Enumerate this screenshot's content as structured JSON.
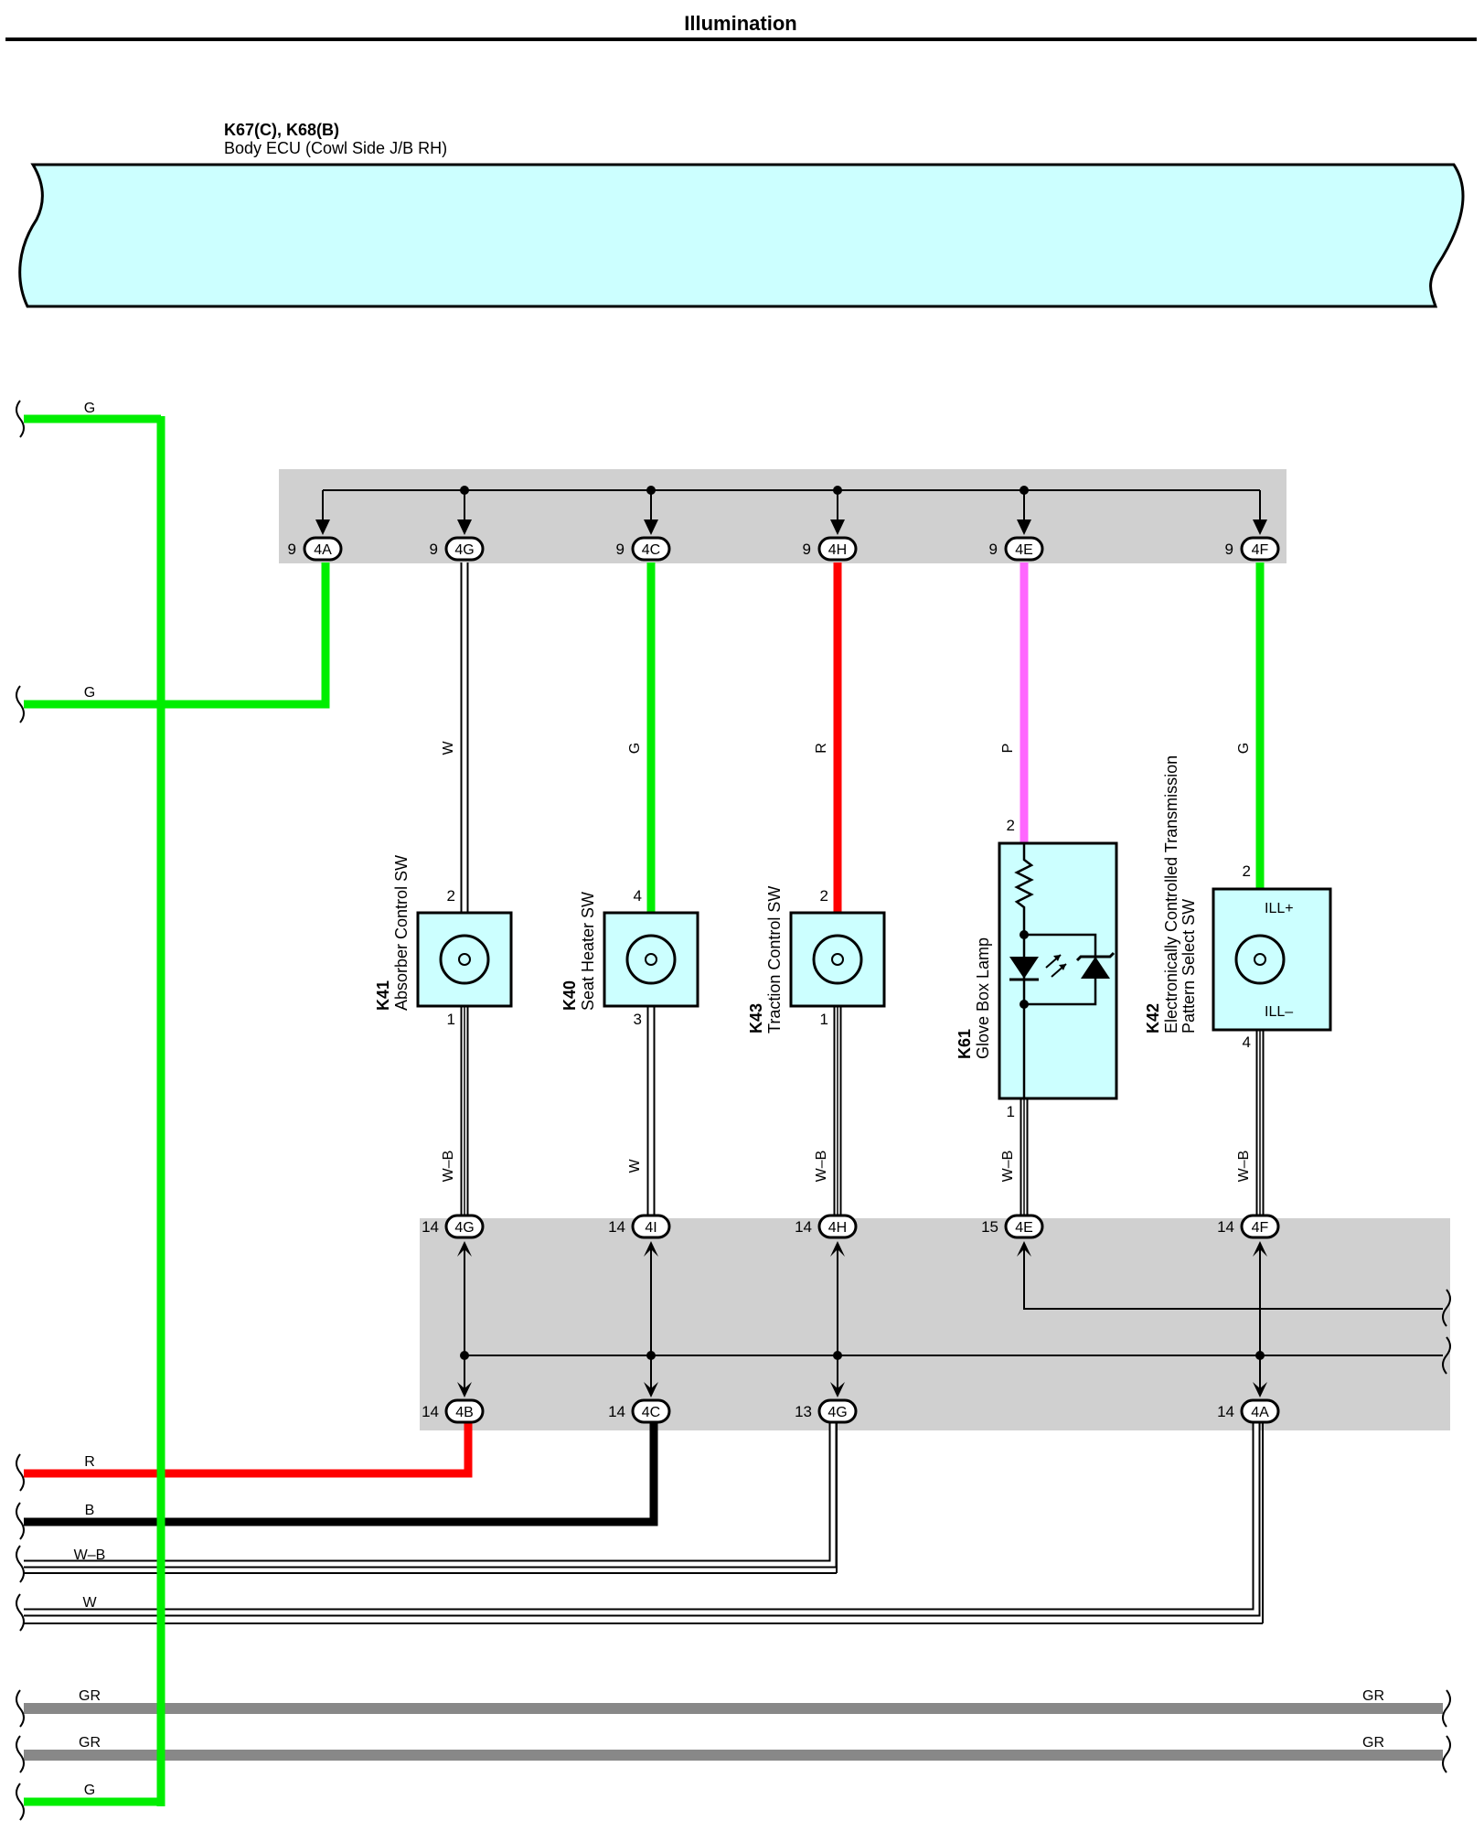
{
  "title": "Illumination",
  "ecu": {
    "code": "K67(C), K68(B)",
    "name": "Body ECU (Cowl Side J/B RH)"
  },
  "colors": {
    "G": "#00ee00",
    "R": "#ff0000",
    "P": "#ff66ff",
    "B": "#000000",
    "GR": "#888888",
    "W": "#ffffff",
    "ecu_fill": "#ccffff",
    "jb_fill": "#d0d0d0"
  },
  "left_wires": {
    "g1": "G",
    "g2": "G",
    "r": "R",
    "b": "B",
    "wb": "W–B",
    "w": "W",
    "gr1": "GR",
    "gr2": "GR",
    "g3": "G"
  },
  "right_wires": {
    "gr1": "GR",
    "gr2": "GR"
  },
  "top_connectors": [
    {
      "pin": "9",
      "id": "4A"
    },
    {
      "pin": "9",
      "id": "4G"
    },
    {
      "pin": "9",
      "id": "4C"
    },
    {
      "pin": "9",
      "id": "4H"
    },
    {
      "pin": "9",
      "id": "4E"
    },
    {
      "pin": "9",
      "id": "4F"
    }
  ],
  "mid_connectors": [
    {
      "pin": "14",
      "id": "4G"
    },
    {
      "pin": "14",
      "id": "4I"
    },
    {
      "pin": "14",
      "id": "4H"
    },
    {
      "pin": "15",
      "id": "4E"
    },
    {
      "pin": "14",
      "id": "4F"
    }
  ],
  "bottom_connectors": [
    {
      "pin": "14",
      "id": "4B"
    },
    {
      "pin": "14",
      "id": "4C"
    },
    {
      "pin": "13",
      "id": "4G"
    },
    {
      "pin": "14",
      "id": "4A"
    }
  ],
  "components": [
    {
      "code": "K41",
      "name": "Absorber Control SW",
      "pin_top": "2",
      "pin_bottom": "1",
      "wire_top": "W",
      "wire_bottom": "W–B"
    },
    {
      "code": "K40",
      "name": "Seat Heater SW",
      "pin_top": "4",
      "pin_bottom": "3",
      "wire_top": "G",
      "wire_bottom": "W"
    },
    {
      "code": "K43",
      "name": "Traction Control SW",
      "pin_top": "2",
      "pin_bottom": "1",
      "wire_top": "R",
      "wire_bottom": "W–B"
    },
    {
      "code": "K61",
      "name": "Glove Box Lamp",
      "pin_top": "2",
      "pin_bottom": "1",
      "wire_top": "P",
      "wire_bottom": "W–B"
    },
    {
      "code": "K42",
      "name_line1": "Electronically Controlled Transmission",
      "name_line2": "Pattern Select SW",
      "pin_top": "2",
      "pin_bottom": "4",
      "wire_top": "G",
      "wire_bottom": "W–B",
      "ill_plus": "ILL+",
      "ill_minus": "ILL–"
    }
  ]
}
